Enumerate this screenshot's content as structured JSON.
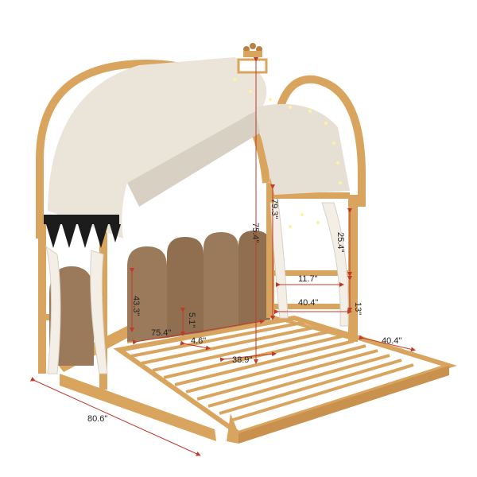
{
  "product": {
    "colors": {
      "wood": "#d9a55e",
      "wood_dark": "#b98040",
      "canopy": "#ebe4d8",
      "canopy_shade": "#d8d0c2",
      "headboard": "#9a7a5a",
      "headboard_dark": "#7f6247",
      "pennant": "#1c1c1c",
      "dimension_line": "#c0392b",
      "text": "#222222"
    }
  },
  "dimensions": {
    "total_length": "80.6\"",
    "height": "75.4\"",
    "width_right": "40.4\"",
    "inner_width": "40.4\"",
    "inner_height_right": "79.3\"",
    "side_rail_height": "25.4\"",
    "rail_span": "11.7\"",
    "rail_gap": "13\"",
    "headboard_height": "43.3\"",
    "slat_height": "5.1\"",
    "trundle_length": "75.4\"",
    "slat_gap": "4.6\"",
    "trundle_width": "38.9\""
  }
}
